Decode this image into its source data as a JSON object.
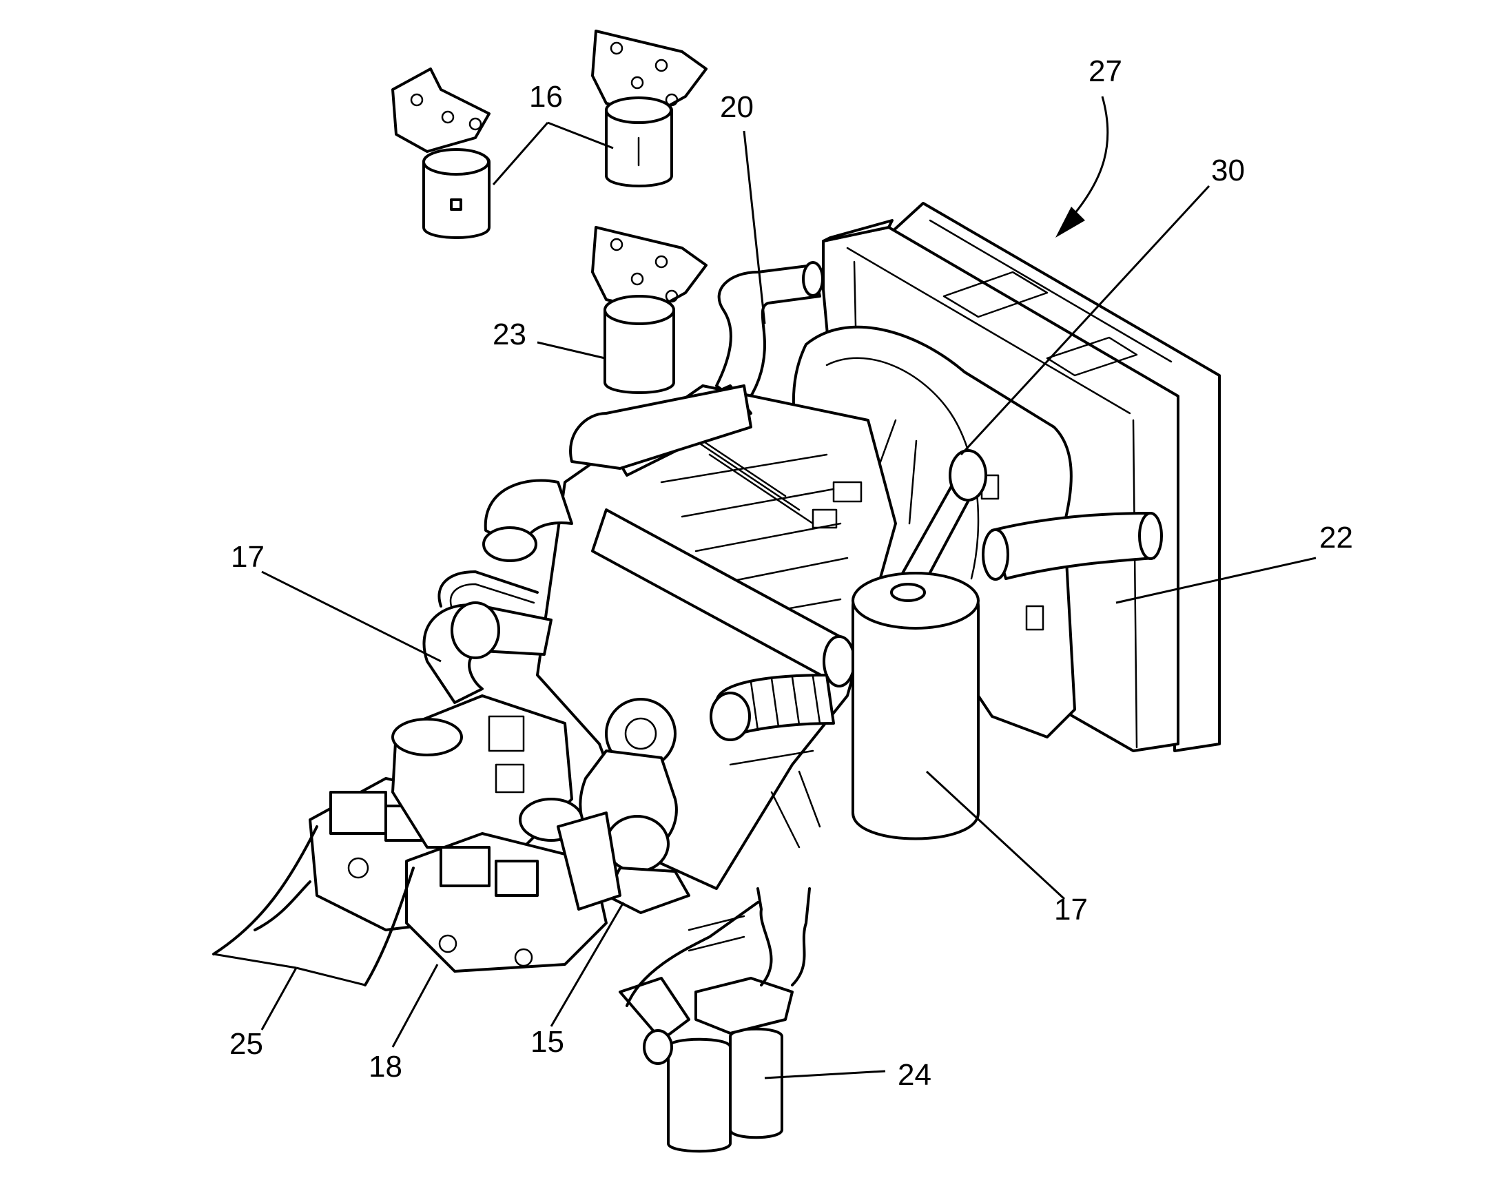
{
  "figure": {
    "labels": {
      "l16": "16",
      "l20": "20",
      "l27": "27",
      "l30": "30",
      "l23": "23",
      "l17a": "17",
      "l22": "22",
      "l17b": "17",
      "l25": "25",
      "l18": "18",
      "l15": "15",
      "l24": "24"
    }
  }
}
